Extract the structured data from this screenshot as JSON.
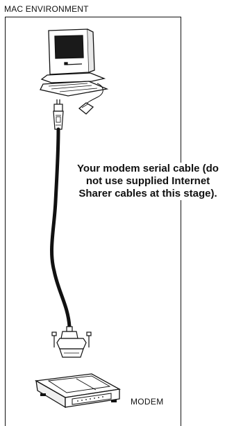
{
  "diagram": {
    "title": "MAC ENVIRONMENT",
    "callout": "Your modem serial cable (do not use supplied Internet Sharer cables at this stage).",
    "modem_label": "MODEM"
  }
}
